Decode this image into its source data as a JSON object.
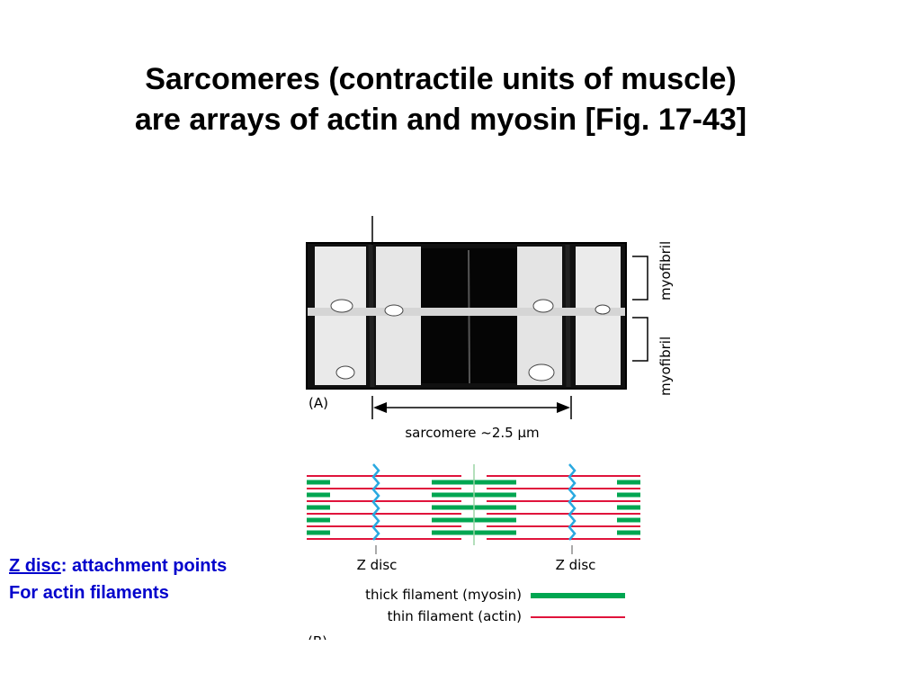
{
  "slide": {
    "title_line1": "Sarcomeres (contractile units of muscle)",
    "title_line2": "are arrays of actin and myosin [Fig. 17-43]"
  },
  "note": {
    "term": "Z disc",
    "rest": ": attachment points",
    "line2": "For actin filaments",
    "color": "#0000cc"
  },
  "figure": {
    "panel_a_label": "(A)",
    "myofibril_label_upper": "myofibril",
    "myofibril_label_lower": "myofibril",
    "sarcomere_label": "sarcomere ~2.5 µm",
    "panel_b_label": "(B)",
    "z_disc_left": "Z disc",
    "z_disc_right": "Z disc",
    "legend_thick": "thick filament (myosin)",
    "legend_thin": "thin filament (actin)",
    "thick_color": "#00a651",
    "thin_color": "#e0143c",
    "z_disc_color": "#29a9e0"
  }
}
